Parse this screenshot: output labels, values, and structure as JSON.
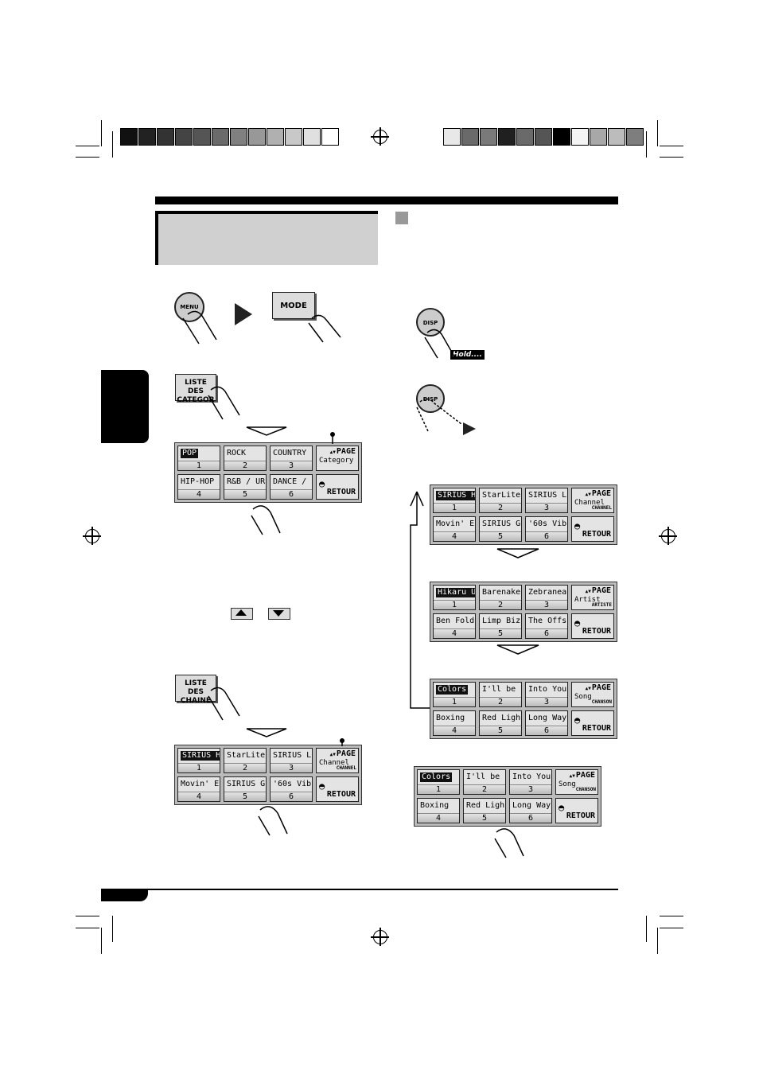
{
  "colors": {
    "black": "#000000",
    "title_box": "#d0d0d0",
    "side_tab": "#000000"
  },
  "swatches_left": [
    "#111111",
    "#222222",
    "#333333",
    "#444444",
    "#555555",
    "#6a6a6a",
    "#808080",
    "#989898",
    "#b0b0b0",
    "#c8c8c8",
    "#e0e0e0",
    "#ffffff"
  ],
  "swatches_right": [
    "#e8e8e8",
    "#6a6a6a",
    "#7a7a7a",
    "#202020",
    "#6a6a6a",
    "#555555",
    "#000000",
    "#f4f4f4",
    "#a8a8a8",
    "#bcbcbc",
    "#7e7e7e"
  ],
  "buttons": {
    "menu": "MENU",
    "mode": "MODE",
    "disp1": "DISP",
    "disp2": "DISP",
    "hold": "Hold....",
    "liste_cat_1": "LISTE DES",
    "liste_cat_2": "CATEGOR",
    "liste_chaine_1": "LISTE DES",
    "liste_chaine_2": "CHAINE"
  },
  "panels": {
    "category": {
      "keys": [
        {
          "label": "POP",
          "num": "1"
        },
        {
          "label": "ROCK",
          "num": "2"
        },
        {
          "label": "COUNTRY",
          "num": "3"
        },
        {
          "label": "HIP-HOP",
          "num": "4"
        },
        {
          "label": "R&B / UR",
          "num": "5"
        },
        {
          "label": "DANCE /",
          "num": "6"
        }
      ],
      "page": "PAGE",
      "sub": "Category",
      "sub2": "",
      "retour": "RETOUR"
    },
    "channel_left": {
      "keys": [
        {
          "label": "SIRIUS H",
          "num": "1"
        },
        {
          "label": "StarLite",
          "num": "2"
        },
        {
          "label": "SIRIUS L",
          "num": "3"
        },
        {
          "label": "Movin' E",
          "num": "4"
        },
        {
          "label": "SIRIUS G",
          "num": "5"
        },
        {
          "label": "'60s Vib",
          "num": "6"
        }
      ],
      "page": "PAGE",
      "sub": "Channel",
      "sub2": "CHANNEL",
      "retour": "RETOUR"
    },
    "channel_right": {
      "keys": [
        {
          "label": "SIRIUS H",
          "num": "1"
        },
        {
          "label": "StarLite",
          "num": "2"
        },
        {
          "label": "SIRIUS L",
          "num": "3"
        },
        {
          "label": "Movin' E",
          "num": "4"
        },
        {
          "label": "SIRIUS G",
          "num": "5"
        },
        {
          "label": "'60s Vib",
          "num": "6"
        }
      ],
      "page": "PAGE",
      "sub": "Channel",
      "sub2": "CHANNEL",
      "retour": "RETOUR"
    },
    "artist": {
      "keys": [
        {
          "label": "Hikaru U",
          "num": "1"
        },
        {
          "label": "Barenake",
          "num": "2"
        },
        {
          "label": "Zebranea",
          "num": "3"
        },
        {
          "label": "Ben Fold",
          "num": "4"
        },
        {
          "label": "Limp Biz",
          "num": "5"
        },
        {
          "label": "The Offs",
          "num": "6"
        }
      ],
      "page": "PAGE",
      "sub": "Artist",
      "sub2": "ARTISTE",
      "retour": "RETOUR"
    },
    "song": {
      "keys": [
        {
          "label": "Colors",
          "num": "1"
        },
        {
          "label": "I'll be",
          "num": "2"
        },
        {
          "label": "Into You",
          "num": "3"
        },
        {
          "label": "Boxing",
          "num": "4"
        },
        {
          "label": "Red Ligh",
          "num": "5"
        },
        {
          "label": "Long Way",
          "num": "6"
        }
      ],
      "page": "PAGE",
      "sub": "Song",
      "sub2": "CHANSON",
      "retour": "RETOUR"
    },
    "song2": {
      "keys": [
        {
          "label": "Colors",
          "num": "1"
        },
        {
          "label": "I'll be",
          "num": "2"
        },
        {
          "label": "Into You",
          "num": "3"
        },
        {
          "label": "Boxing",
          "num": "4"
        },
        {
          "label": "Red Ligh",
          "num": "5"
        },
        {
          "label": "Long Way",
          "num": "6"
        }
      ],
      "page": "PAGE",
      "sub": "Song",
      "sub2": "CHANSON",
      "retour": "RETOUR"
    }
  }
}
